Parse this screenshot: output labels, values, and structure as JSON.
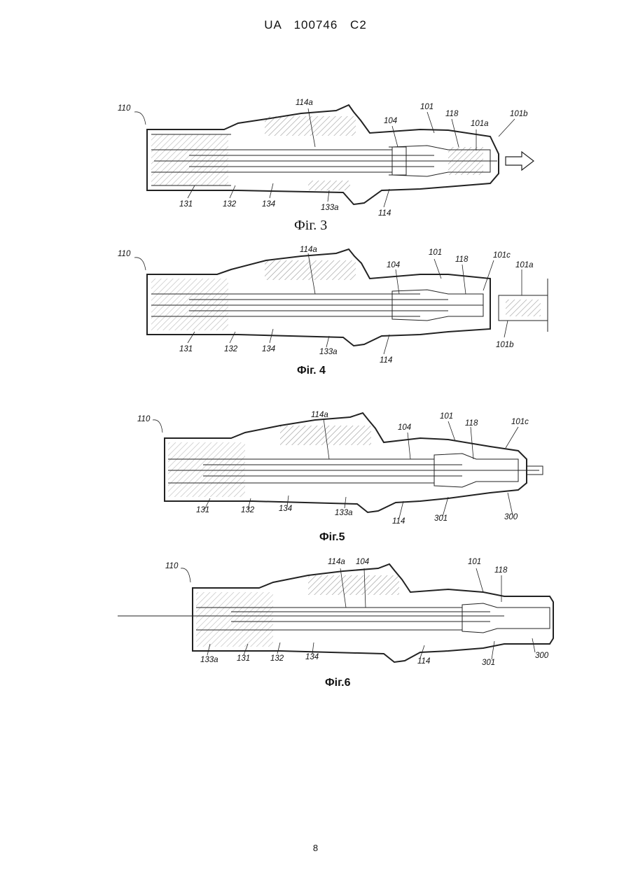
{
  "header": "UA   100746   C2",
  "page_number": "8",
  "figures": [
    {
      "caption": "Фіг. 3",
      "refs": [
        "110",
        "114a",
        "101",
        "118",
        "104",
        "101a",
        "101b",
        "131",
        "132",
        "134",
        "133a",
        "114"
      ]
    },
    {
      "caption": "Фіг. 4",
      "refs": [
        "110",
        "114a",
        "101",
        "118",
        "104",
        "101c",
        "101a",
        "131",
        "132",
        "134",
        "133a",
        "114",
        "101b"
      ]
    },
    {
      "caption": "Фіг.5",
      "refs": [
        "110",
        "114a",
        "104",
        "101",
        "118",
        "101c",
        "131",
        "132",
        "134",
        "133a",
        "114",
        "301",
        "300"
      ]
    },
    {
      "caption": "Фіг.6",
      "refs": [
        "110",
        "114a",
        "104",
        "101",
        "118",
        "133a",
        "131",
        "132",
        "134",
        "114",
        "301",
        "300"
      ]
    }
  ]
}
